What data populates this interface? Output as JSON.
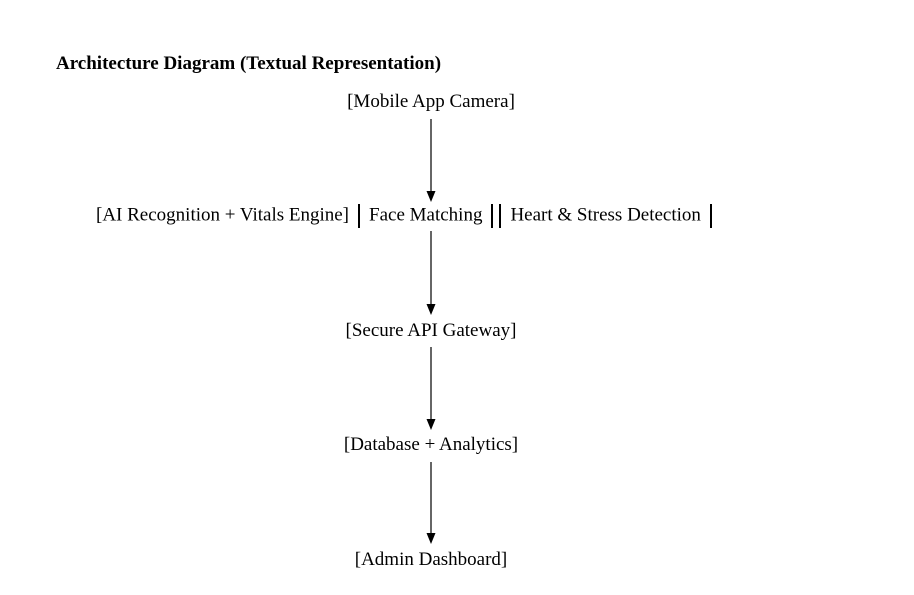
{
  "diagram": {
    "title": "Architecture Diagram (Textual Representation)",
    "nodes": {
      "camera": "[Mobile App Camera]",
      "engine": "[AI Recognition + Vitals Engine]",
      "face_matching": "Face Matching",
      "heart_stress": "Heart & Stress Detection",
      "gateway": "[Secure API Gateway]",
      "database": "[Database + Analytics]",
      "dashboard": "[Admin Dashboard]"
    },
    "flow": [
      "camera",
      "engine",
      "gateway",
      "database",
      "dashboard"
    ]
  }
}
